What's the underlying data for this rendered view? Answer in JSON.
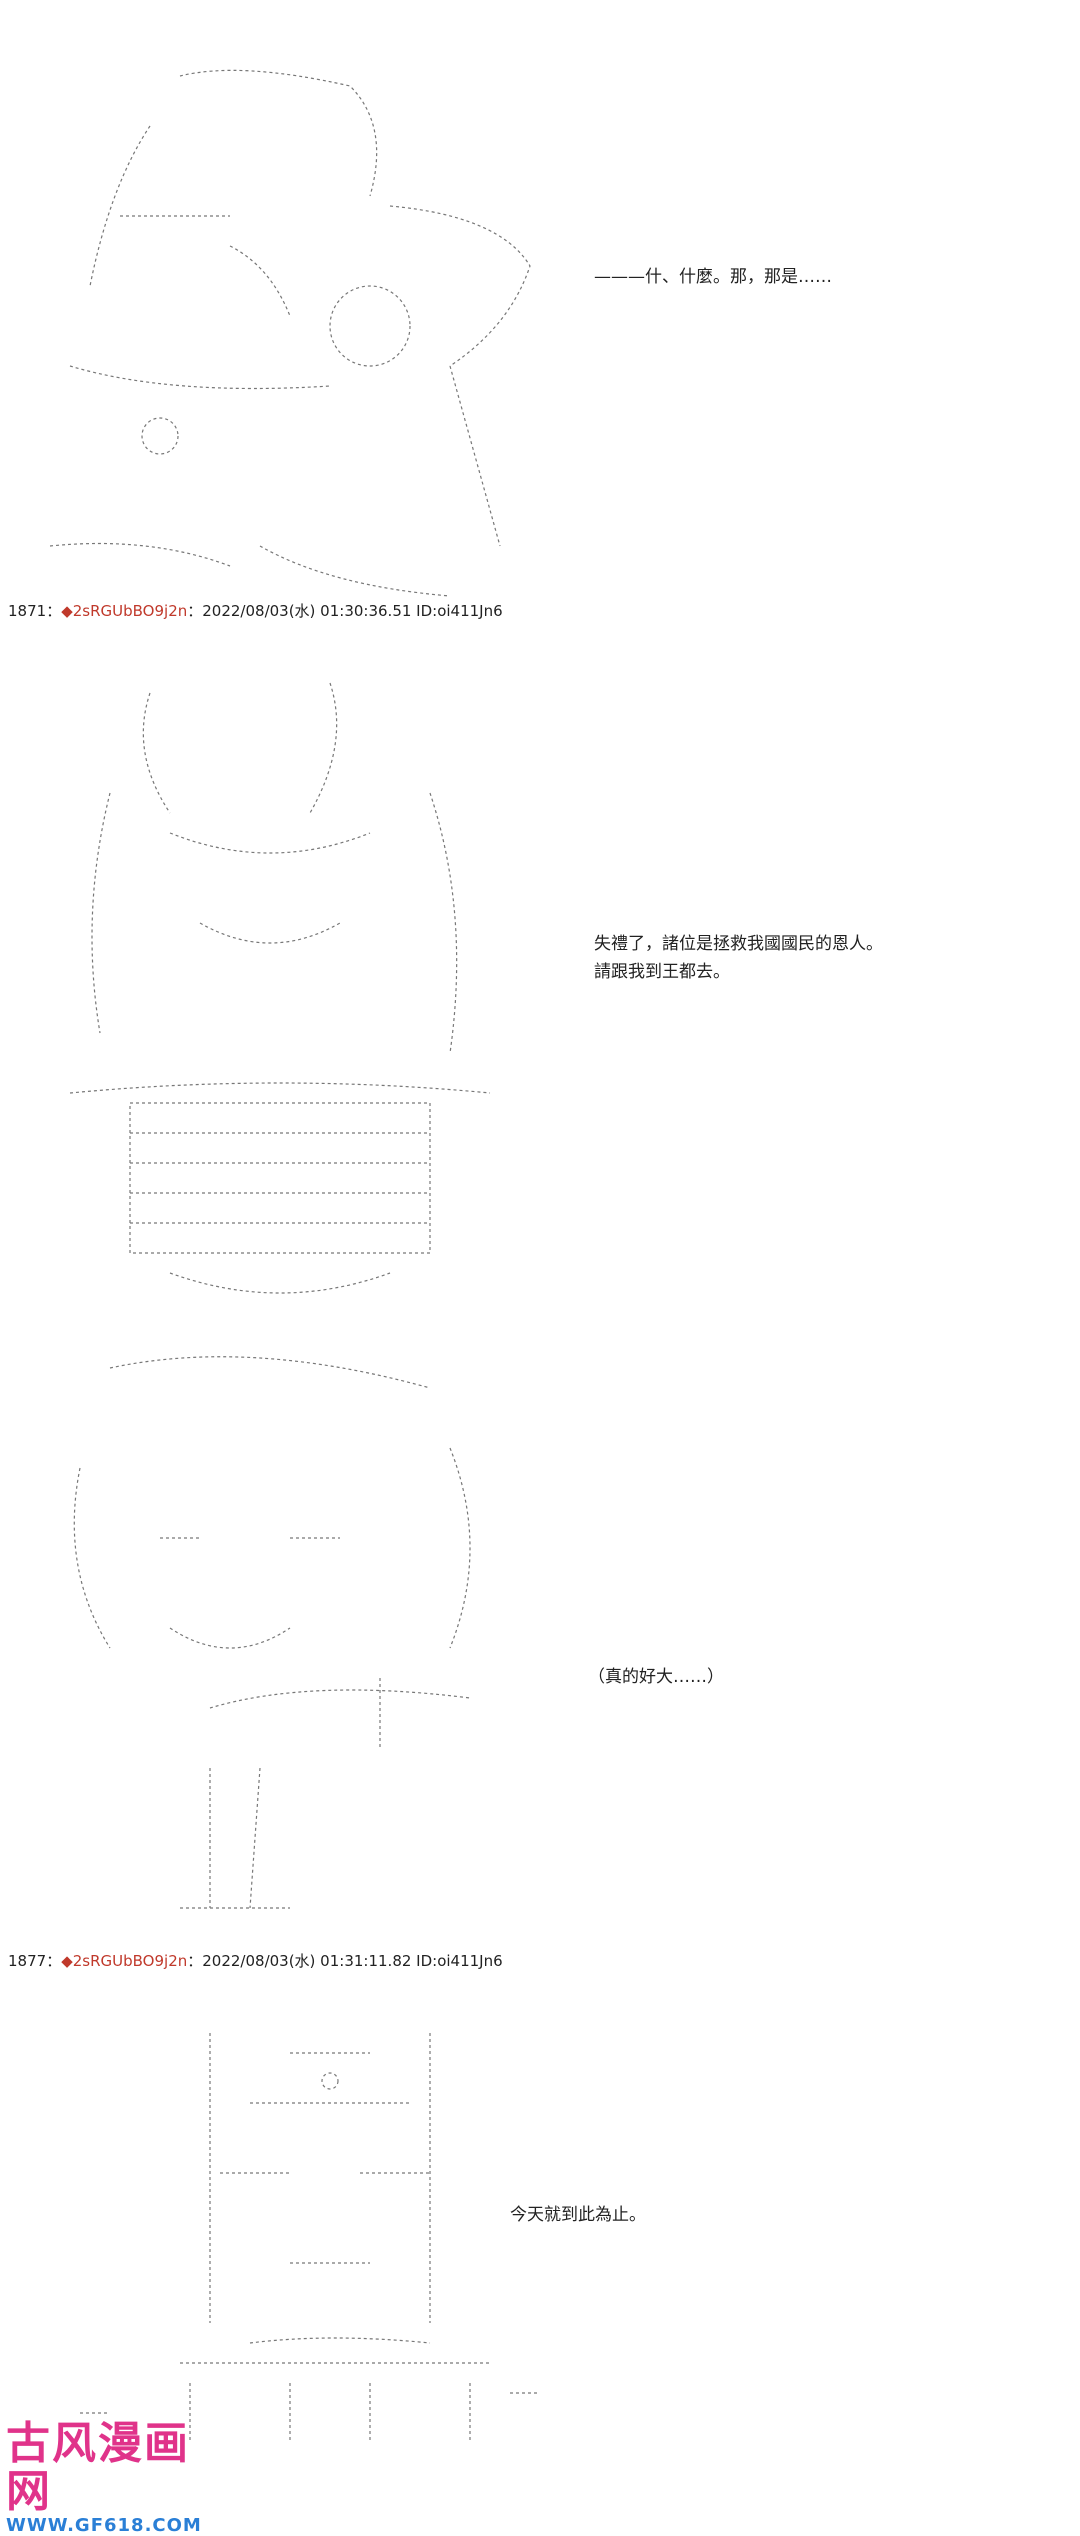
{
  "panels": [
    {
      "dialog": "———什、什麼。那，那是……"
    },
    {
      "dialog_lines": [
        "失禮了，諸位是拯救我國國民的恩人。",
        "請跟我到王都去。"
      ]
    },
    {
      "dialog": "（真的好大……）"
    },
    {
      "dialog": "今天就到此為止。"
    }
  ],
  "posts": [
    {
      "number": "1871",
      "separator": "：",
      "diamond": "◆",
      "trip": "2sRGUbBO9j2n",
      "date": "：2022/08/03(水) 01:30:36.51 ID:oi411Jn6"
    },
    {
      "number": "1877",
      "separator": "：",
      "diamond": "◆",
      "trip": "2sRGUbBO9j2n",
      "date": "：2022/08/03(水) 01:31:11.82 ID:oi411Jn6"
    }
  ],
  "watermark": {
    "title": "古风漫画网",
    "url": "WWW.GF618.COM"
  },
  "colors": {
    "trip": "#c0392b",
    "watermark_title": "#e0338a",
    "watermark_url": "#2a7fd6"
  }
}
